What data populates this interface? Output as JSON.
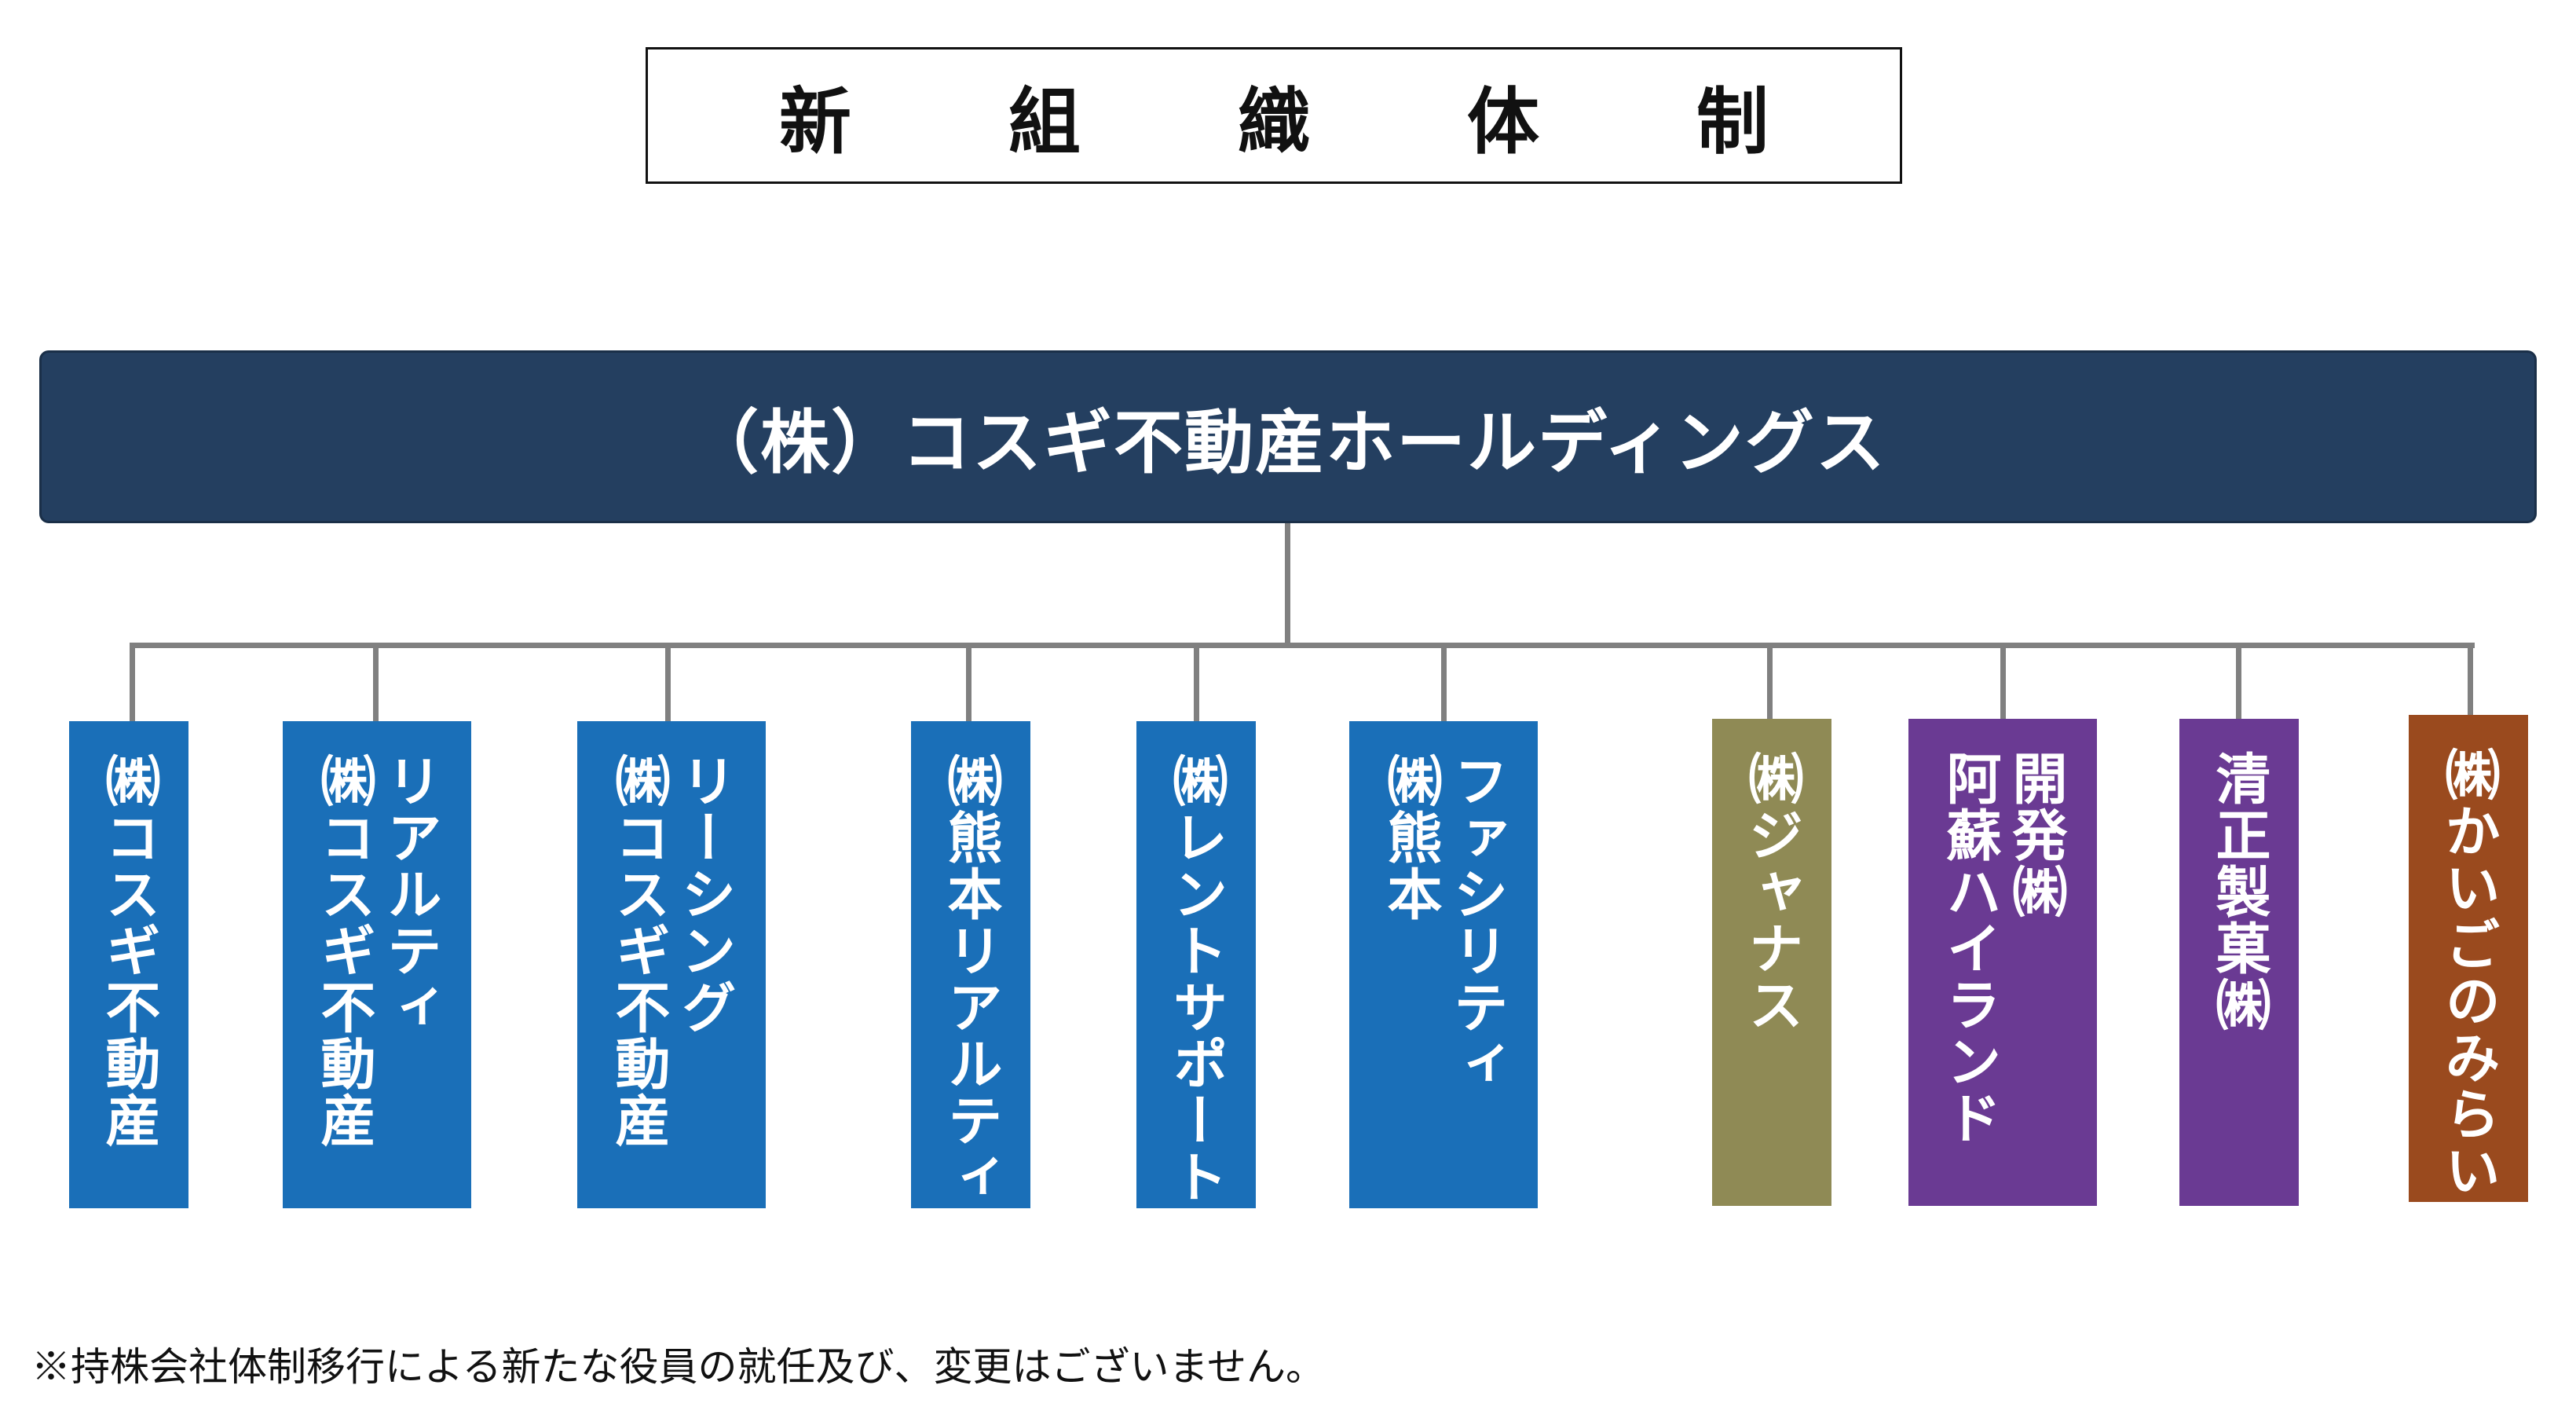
{
  "title": "新組織体制",
  "holding": "（株）コスギ不動産ホールディングス",
  "colors": {
    "navy": "#243f60",
    "blue": "#1a6fb8",
    "olive": "#8f8a55",
    "purple": "#6a3a93",
    "brown": "#9a4a1e",
    "connector": "#808080"
  },
  "subsidiaries": [
    {
      "lines": [
        "㈱コスギ不動産"
      ],
      "color": "blue"
    },
    {
      "lines": [
        "リアルティ",
        "㈱コスギ不動産"
      ],
      "color": "blue"
    },
    {
      "lines": [
        "リーシング",
        "㈱コスギ不動産"
      ],
      "color": "blue"
    },
    {
      "lines": [
        "㈱熊本リアルティ"
      ],
      "color": "blue"
    },
    {
      "lines": [
        "㈱レントサポート"
      ],
      "color": "blue"
    },
    {
      "lines": [
        "ファシリティ",
        "㈱熊本"
      ],
      "color": "blue"
    },
    {
      "lines": [
        "㈱ジャナス"
      ],
      "color": "olive"
    },
    {
      "lines": [
        "開発㈱",
        "阿蘇ハイランド"
      ],
      "color": "purple"
    },
    {
      "lines": [
        "清正製菓㈱"
      ],
      "color": "purple"
    },
    {
      "lines": [
        "㈱かいごのみらい"
      ],
      "color": "brown"
    }
  ],
  "footnote": "※持株会社体制移行による新たな役員の就任及び、変更はございません。"
}
